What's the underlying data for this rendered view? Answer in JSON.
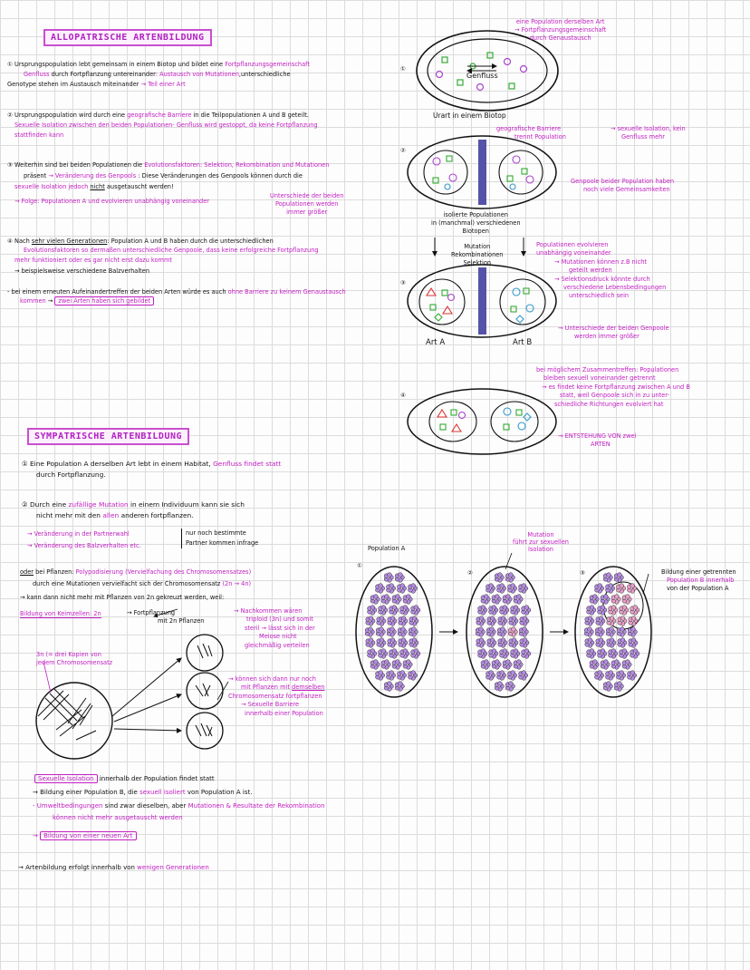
{
  "allo": {
    "title": "ALLOPATRISCHE ARTENBILDUNG",
    "s1a": "① Ursprungspopulation lebt gemeinsam in einem Biotop und bildet eine",
    "s1b": "Fortpflanzungsgemeinschaft",
    "s1c": "Genfluss",
    "s1d": "durch Fortpflanzung untereinander",
    "s1e": ": Austausch von Mutationen",
    "s1f": ",unterschiedliche",
    "s1g": "Genotype stehen im Austausch miteinander",
    "s1h": "→ Teil einer Art",
    "s2a": "② Ursprungspopulation wird durch eine",
    "s2b": "geografische Barriere",
    "s2c": "in die Teilpopulationen A und B geteilt.",
    "s2d": "Sexuelle Isolation zwischen den beiden Populationen",
    "s2e": "- Genfluss wird gestoppt, da keine Fortpflanzung",
    "s2f": "stattfinden kann",
    "s3a": "③ Weiterhin sind bei beiden Populationen die",
    "s3b": "Evolutionsfaktoren: Selektion, Rekombination und Mutationen",
    "s3c": "präsent",
    "s3d": "→ Veränderung des Genpools",
    "s3e": ": Diese Veränderungen des Genpools können durch die",
    "s3f": "sexuelle Isolation jedoch",
    "s3g": "nicht",
    "s3h": "ausgetauscht werden!",
    "s3i": "→ Folge:",
    "s3j": "Populationen A und evolvieren unabhängig voneinander",
    "s3k": "Unterschiede der beiden",
    "s3l": "Populationen werden",
    "s3m": "immer größer",
    "s4a": "④ Nach",
    "s4b": "sehr vielen Generationen",
    "s4c": ": Population A und B haben durch die unterschiedlichen",
    "s4d": "Evolutionsfaktoren so dermaßen unterschiedliche Genpoole, dass keine erfolgreiche Fortpflanzung",
    "s4e": "mehr funktioniert oder es gar nicht erst dazu kommt",
    "s4f": "→ beispielsweise verschiedene Balzverhalten",
    "s4g": "- bei einem erneuten Aufeinandertreffen der beiden Arten würde es auch",
    "s4h": "ohne Barriere zu keinem Genaustausch",
    "s4i": "kommen",
    "s4j": "zwei Arten haben sich gebildet"
  },
  "allo_fig": {
    "n1": "①",
    "n2": "②",
    "n3": "③",
    "n4": "④",
    "top_note1": "eine Population derselben Art",
    "top_note2": "→ Fortpflanzungsgemeinschaft",
    "top_note3": "durch Genaustausch",
    "genfluss": "Genfluss",
    "urart": "Urart in einem Biotop",
    "barr1": "geografische Barriere",
    "barr2": "trennt Population",
    "iso1": "→ sexuelle Isolation, kein",
    "iso2": "Genfluss mehr",
    "gp1": "Genpoole beider Population haben",
    "gp2": "noch viele Gemeinsamkeiten",
    "isol1": "isolierte Populationen",
    "isol2": "in (manchmal) verschiedenen",
    "isol3": "Biotopen",
    "mut1": "Mutation",
    "mut2": "Rekombinationen",
    "mut3": "Selektion",
    "evo1": "Populationen evolvieren",
    "evo2": "unabhängig voneinander",
    "evo3": "→ Mutationen können z.B nicht",
    "evo4": "geteilt werden",
    "evo5": "→ Selektionsdruck könnte durch",
    "evo6": "verschiedene Lebensbedingungen",
    "evo7": "unterschiedlich sein",
    "evo8": "→ Unterschiede der beiden Genpoole",
    "evo9": "werden immer größer",
    "artA": "Art A",
    "artB": "Art B",
    "f1": "bei möglichem Zusammentreffen: Populationen",
    "f2": "bleiben sexuell voneinander getrennt",
    "f3": "→ es findet keine Fortpflanzung zwischen A und B",
    "f4": "statt, weil Genpoole sich in zu unter-",
    "f5": "schiedliche Richtungen evolviert hat",
    "f6": "→ ENTSTEHUNG VON zwei",
    "f7": "ARTEN"
  },
  "sym": {
    "title": "SYMPATRISCHE ARTENBILDUNG",
    "p1a": "① Eine Population A derselben Art lebt in einem Habitat,",
    "p1b": "Genfluss findet statt",
    "p1c": "durch Fortpflanzung.",
    "p2a": "② Durch eine",
    "p2b": "zufällige Mutation",
    "p2c": "in einem Individuum kann sie sich",
    "p2d": "nicht mehr mit den",
    "p2e": "allen",
    "p2f": "anderen fortpflanzen.",
    "p2g": "→ Veränderung in der Partnerwahl",
    "p2h": "→ Veränderung des Balzverhalten etc.",
    "p2i": "nur noch bestimmte",
    "p2j": "Partner kommen infrage",
    "p3a": "oder",
    "p3b": "bei Pflanzen:",
    "p3c": "Polypodisierung (Vervielfachung des Chromosomensatzes)",
    "p3d": "durch eine Mutationen vervielfacht sich der Chromosomensatz",
    "p3e": "(2n → 4n)",
    "p3f": "→ kann dann nicht mehr mit Pflanzen von 2n gekreuzt werden, weil:",
    "p3g": "Bildung von Keimzellen: 2n",
    "p3h": "→ Fortpflanzung",
    "p3i": "mit 2n Pflanzen",
    "p3j": "→ Nachkommen wären",
    "p3k": "triploid (3n) und somit",
    "p3l": "steril → lässt sich in der",
    "p3m": "Meiose nicht",
    "p3n": "gleichmäßig verteilen",
    "p3o": "3n (= drei Kopien von",
    "p3p": "jedem Chromosomensatz",
    "p3q": "→ können sich dann nur noch",
    "p3r": "mit Pflanzen mit",
    "p3s": "demselben",
    "p3t": "Chromosomensatz fortpflanzen",
    "p3u": "→ Sexuelle Barriere",
    "p3v": "innerhalb einer Population",
    "popA": "Population A",
    "mut1": "Mutation",
    "mut2": "führt zur sexuellen",
    "mut3": "Isolation",
    "n1": "①",
    "n2": "②",
    "n3": "③",
    "bB1": "Bildung einer getrennten",
    "bB2": "Population B",
    "bB3": "innerhalb",
    "bB4": "von der Population A",
    "c1a": "Sexuelle Isolation",
    "c1b": "innerhalb der Population findet statt",
    "c2": "→ Bildung einer Population B, die",
    "c2b": "sexuell isoliert",
    "c2c": "von Population A ist.",
    "c3a": "- Umweltbedingungen",
    "c3b": "sind zwar dieselben, aber",
    "c3c": "Mutationen & Resultate der Rekombination",
    "c3d": "können nicht mehr ausgetauscht werden",
    "c4": "Bildung von einer neuen Art",
    "c5a": "→ Artenbildung erfolgt innerhalb von",
    "c5b": "wenigen Generationen"
  },
  "colors": {
    "magenta": "#c21fc2",
    "barrier": "#5553a8",
    "flower": "#b48ce0",
    "flowerB": "#e8a0c8"
  }
}
